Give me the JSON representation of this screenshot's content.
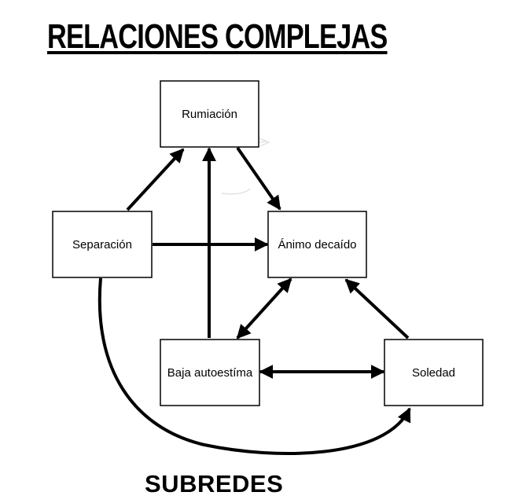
{
  "title": "RELACIONES COMPLEJAS",
  "subtitle": "SUBREDES",
  "nodes": {
    "rumiacion": "Rumiación",
    "separacion": "Separación",
    "animo": "Ánimo decaído",
    "baja": "Baja autoestíma",
    "soledad": "Soledad"
  },
  "edges": [
    {
      "from": "Separación",
      "to": "Rumiación",
      "direction": "one-way"
    },
    {
      "from": "Separación",
      "to": "Ánimo decaído",
      "direction": "one-way"
    },
    {
      "from": "Rumiación",
      "to": "Ánimo decaído",
      "direction": "one-way"
    },
    {
      "from": "Baja autoestíma",
      "to": "Rumiación",
      "direction": "one-way"
    },
    {
      "from": "Baja autoestíma",
      "to": "Ánimo decaído",
      "direction": "two-way"
    },
    {
      "from": "Soledad",
      "to": "Ánimo decaído",
      "direction": "one-way"
    },
    {
      "from": "Baja autoestíma",
      "to": "Soledad",
      "direction": "two-way"
    },
    {
      "from": "Separación",
      "to": "Soledad",
      "direction": "one-way"
    }
  ]
}
